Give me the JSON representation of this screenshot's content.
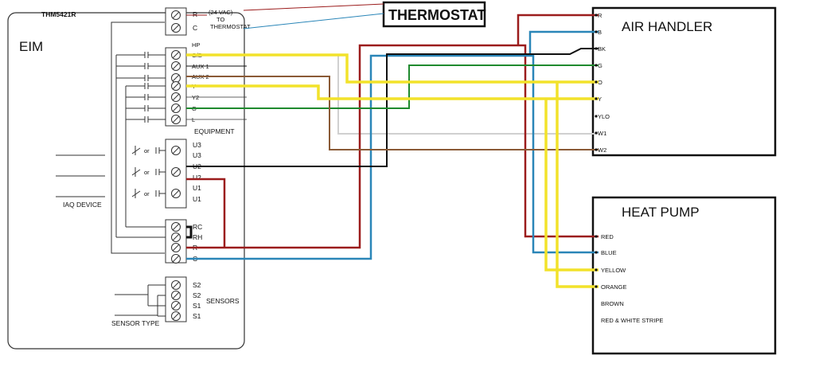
{
  "eim": {
    "model": "THM5421R",
    "title": "EIM",
    "voltage_note": [
      "(24 VAC)",
      "TO",
      "THERMOSTAT"
    ],
    "top_terminals": [
      "R",
      "C"
    ],
    "equipment_terminals": [
      "HP",
      "O/B",
      "AUX 1",
      "AUX 2",
      "Y",
      "Y2",
      "G",
      "L"
    ],
    "equipment_label": "EQUIPMENT",
    "u_terminals": [
      "U3",
      "U3",
      "U2",
      "U2",
      "U1",
      "U1"
    ],
    "or_text": "or",
    "iaq_label": "IAQ DEVICE",
    "power_terminals": [
      "RC",
      "RH",
      "R",
      "C"
    ],
    "sensor_terminals": [
      "S2",
      "S2",
      "S1",
      "S1"
    ],
    "sensors_label": "SENSORS",
    "sensor_type_label": "SENSOR TYPE"
  },
  "thermostat": {
    "label": "THERMOSTAT"
  },
  "air_handler": {
    "title": "AIR HANDLER",
    "terminals": [
      "R",
      "B",
      "BK",
      "G",
      "O",
      "Y",
      "YLO",
      "W1",
      "W2"
    ]
  },
  "heat_pump": {
    "title": "HEAT PUMP",
    "terminals": [
      "RED",
      "BLUE",
      "YELLOW",
      "ORANGE",
      "BROWN",
      "RED & WHITE STRIPE"
    ]
  },
  "wire_colors": {
    "red": "#9b1c1c",
    "blue": "#2a86b8",
    "black": "#111111",
    "yellow": "#f2e22a",
    "green": "#1f8a2e",
    "brown": "#8a5a36",
    "white": "#d8d8d8"
  }
}
